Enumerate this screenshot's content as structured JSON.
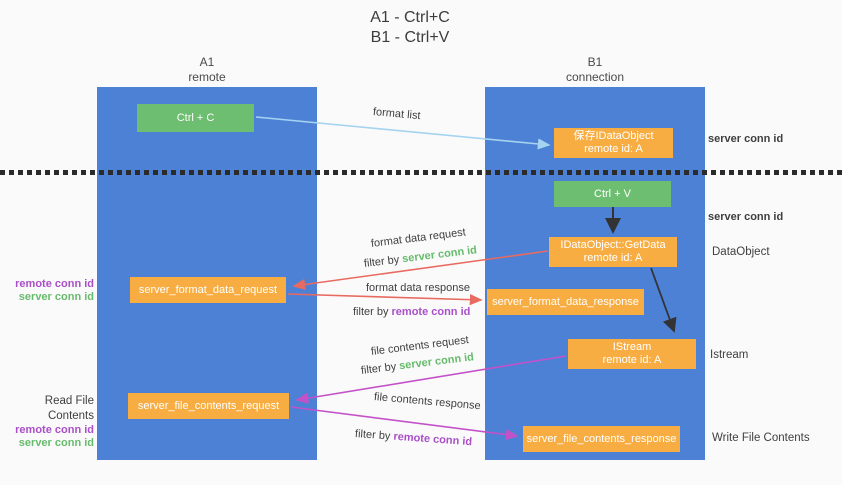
{
  "title": {
    "line1": "A1 - Ctrl+C",
    "line2": "B1 - Ctrl+V"
  },
  "lanes": {
    "left": {
      "name": "A1",
      "role": "remote"
    },
    "right": {
      "name": "B1",
      "role": "connection"
    }
  },
  "nodes": {
    "ctrl_c": {
      "label": "Ctrl + C"
    },
    "ctrl_v": {
      "label": "Ctrl + V"
    },
    "save_idataobject": {
      "line1": "保存IDataObject",
      "line2": "remote id: A"
    },
    "getdata": {
      "line1": "IDataObject::GetData",
      "line2": "remote id: A"
    },
    "istream": {
      "line1": "IStream",
      "line2": "remote id: A"
    },
    "server_format_data_request": {
      "label": "server_format_data_request"
    },
    "server_format_data_response": {
      "label": "server_format_data_response"
    },
    "server_file_contents_request": {
      "label": "server_file_contents_request"
    },
    "server_file_contents_response": {
      "label": "server_file_contents_response"
    }
  },
  "arrows": {
    "format_list": {
      "label": "format list"
    },
    "format_data_request": {
      "label": "format data request",
      "filter_prefix": "filter by ",
      "filter_key": "server conn id"
    },
    "format_data_response": {
      "label": "format data response",
      "filter_prefix": "filter by ",
      "filter_key": "remote conn id"
    },
    "file_contents_request": {
      "label": "file contents request",
      "filter_prefix": "filter by ",
      "filter_key": "server conn id"
    },
    "file_contents_response": {
      "label": "file contents response",
      "filter_prefix": "filter by ",
      "filter_key": "remote conn id"
    }
  },
  "side_labels": {
    "right_server_conn_id_top": "server conn id",
    "right_server_conn_id_mid": "server conn id",
    "right_dataobject": "DataObject",
    "right_istream": "Istream",
    "right_write_file_contents": "Write File Contents",
    "left_remote_conn_id_top": "remote conn id",
    "left_server_conn_id_top": "server conn id",
    "left_read_file_contents": "Read File Contents",
    "left_remote_conn_id_bottom": "remote conn id",
    "left_server_conn_id_bottom": "server conn id"
  },
  "colors": {
    "lane_blue": "#4d81d6",
    "node_green": "#6ebe71",
    "node_orange": "#f8ad42",
    "arrow_red": "#e86a60",
    "arrow_magenta": "#c352c9",
    "arrow_light_blue": "#a6d3ef",
    "arrow_black": "#333333",
    "text_green": "#67bb6c",
    "text_purple": "#aa4fc8",
    "dotted_line": "#2b2b2b"
  }
}
